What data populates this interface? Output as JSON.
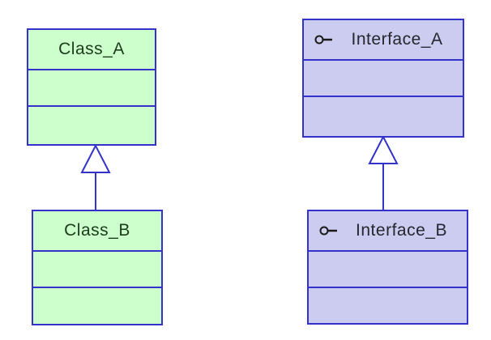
{
  "diagram": {
    "type": "uml-class-diagram",
    "background": "#ffffff",
    "nodes": {
      "class_a": {
        "label": "Class_A",
        "kind": "class"
      },
      "class_b": {
        "label": "Class_B",
        "kind": "class"
      },
      "interface_a": {
        "label": "Interface_A",
        "kind": "interface",
        "icon": "interface-key-icon"
      },
      "interface_b": {
        "label": "Interface_B",
        "kind": "interface",
        "icon": "interface-key-icon"
      }
    },
    "relations": [
      {
        "type": "generalization",
        "from": "Class_B",
        "to": "Class_A"
      },
      {
        "type": "generalization",
        "from": "Interface_B",
        "to": "Interface_A"
      }
    ],
    "colors": {
      "background": "#ffffff",
      "class_fill": "#ccffcc",
      "interface_fill": "#ccccf0",
      "node_border": "#3333cc",
      "connector": "#3333cc",
      "class_label": "#1c3a1c",
      "interface_label": "#26262e",
      "icon": "#1a1a1a"
    }
  }
}
